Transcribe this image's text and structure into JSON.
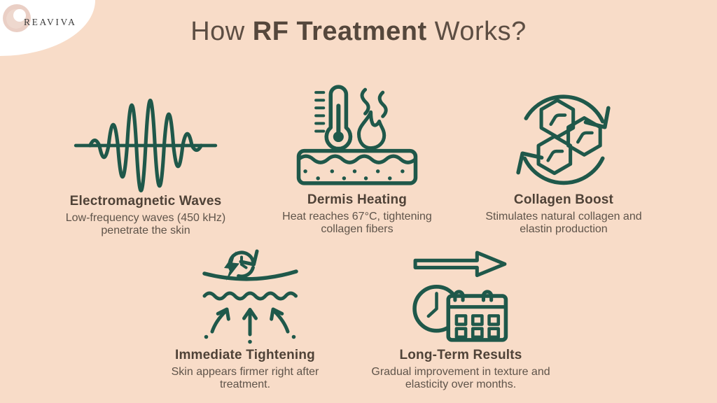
{
  "page": {
    "background_color": "#f8dcc8",
    "accent_teal": "#1f584a",
    "heading_color": "#4f4237",
    "body_color": "#5f544a",
    "title_color": "#55473c"
  },
  "logo": {
    "brand": "REAVIVA",
    "mark": "swirl-ring-icon"
  },
  "title": {
    "prefix": "How ",
    "highlight": "RF Treatment",
    "suffix": " Works?"
  },
  "steps": [
    {
      "icon": "electromagnetic-wave-icon",
      "heading": "Electromagnetic Waves",
      "description": "Low-frequency waves (450 kHz) penetrate the skin"
    },
    {
      "icon": "thermometer-flame-skin-icon",
      "heading": "Dermis Heating",
      "description": "Heat reaches 67°C, tightening collagen fibers"
    },
    {
      "icon": "collagen-cycle-hexagons-icon",
      "heading": "Collagen Boost",
      "description": "Stimulates natural collagen and elastin production"
    },
    {
      "icon": "skin-lift-arrows-icon",
      "heading": "Immediate Tightening",
      "description": "Skin appears firmer right after treatment."
    },
    {
      "icon": "clock-calendar-arrow-icon",
      "heading": "Long-Term Results",
      "description": "Gradual improvement in texture and elasticity over months."
    }
  ]
}
